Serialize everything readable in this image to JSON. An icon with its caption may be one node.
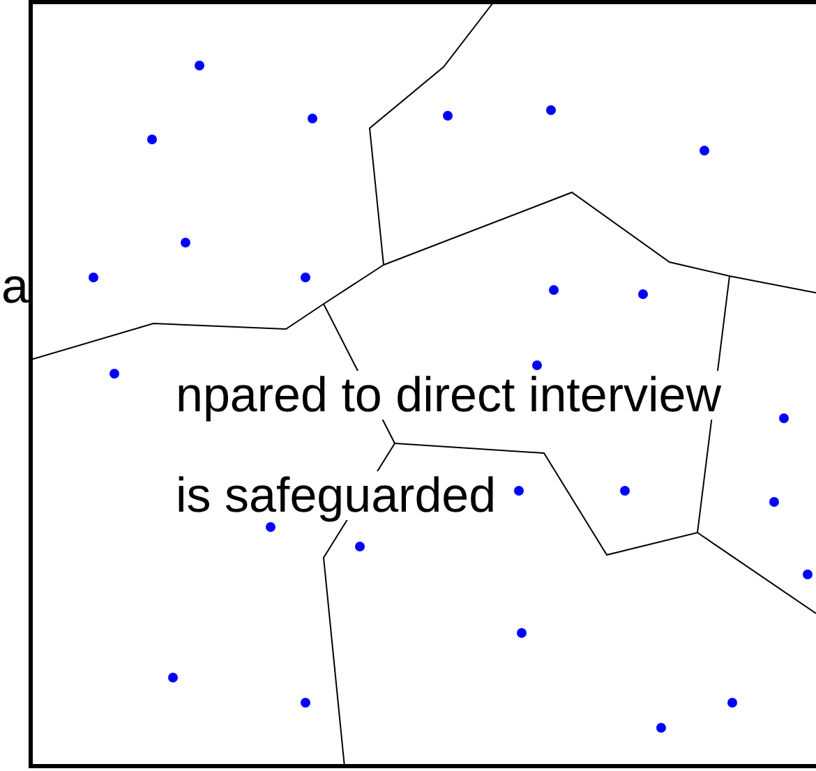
{
  "diagram": {
    "labels": [
      "a",
      "npared to direct interview",
      "is safeguarded"
    ]
  }
}
